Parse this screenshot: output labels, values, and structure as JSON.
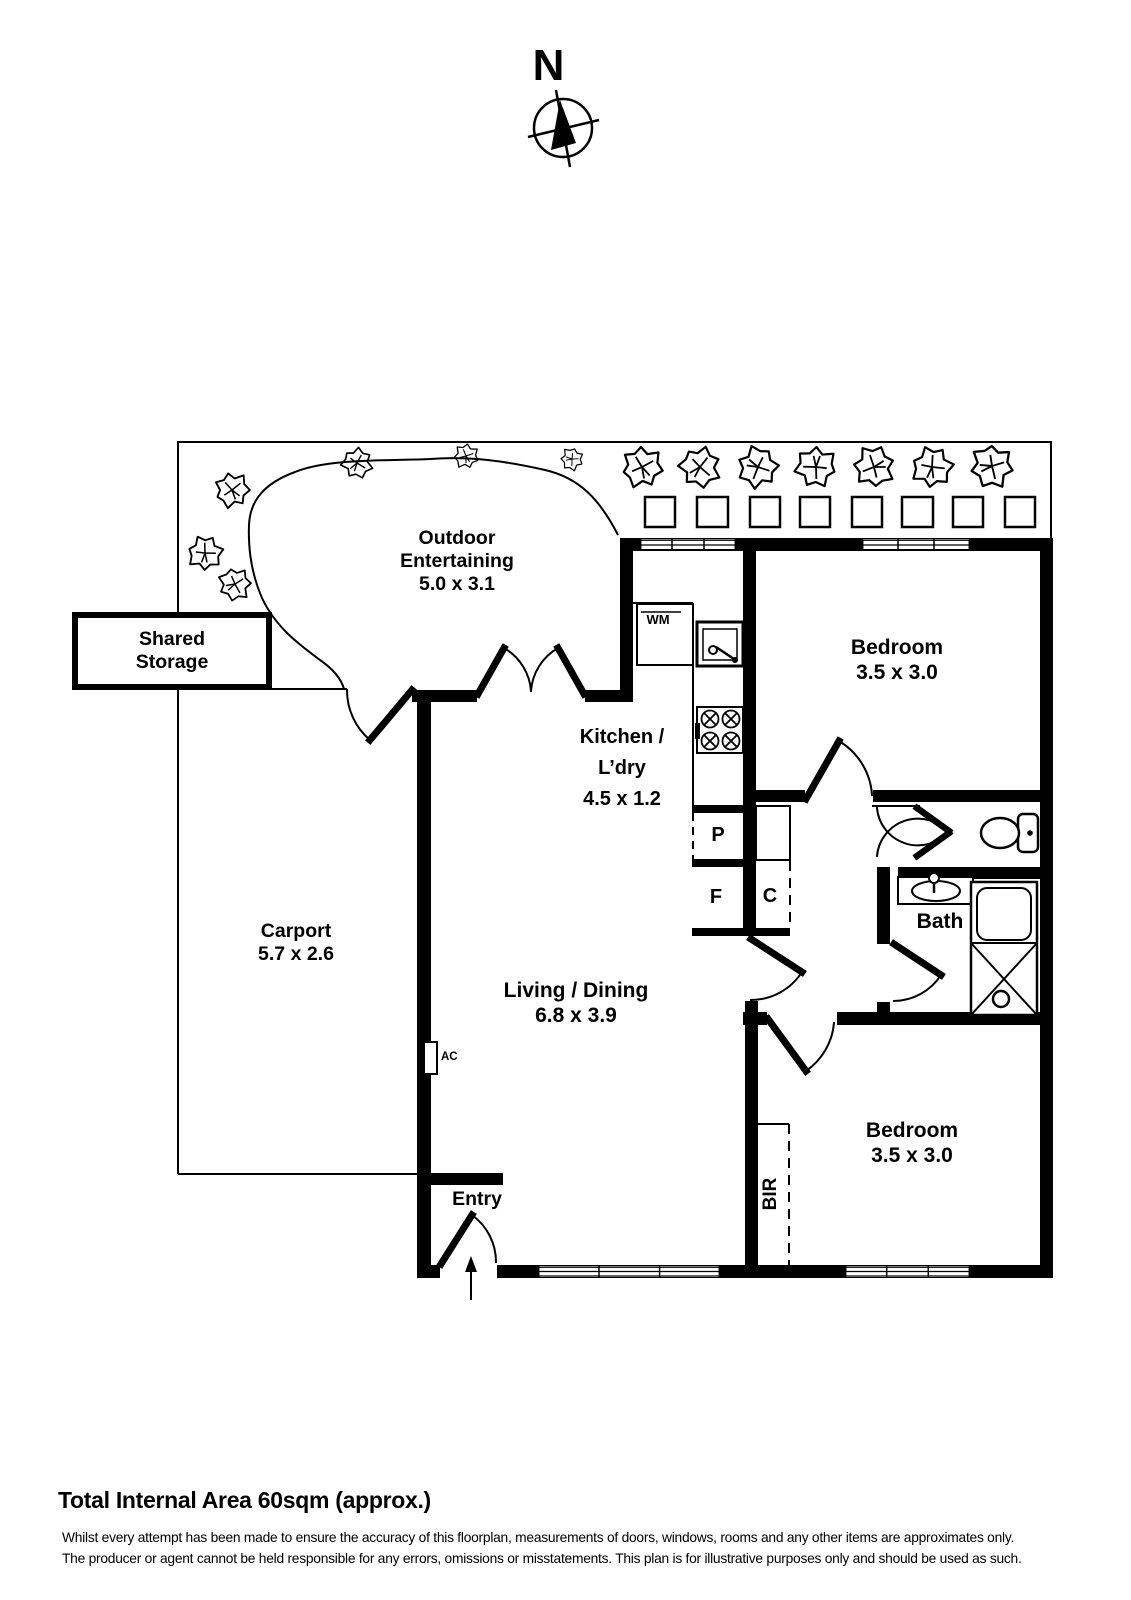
{
  "compass": {
    "north_label": "N"
  },
  "rooms": {
    "outdoor_entertaining": {
      "line1": "Outdoor",
      "line2": "Entertaining",
      "dims": "5.0 x 3.1"
    },
    "shared_storage": {
      "line1": "Shared",
      "line2": "Storage"
    },
    "carport": {
      "name": "Carport",
      "dims": "5.7 x 2.6"
    },
    "kitchen_laundry": {
      "line1": "Kitchen /",
      "line2": "L’dry",
      "dims": "4.5 x 1.2"
    },
    "bedroom_top": {
      "name": "Bedroom",
      "dims": "3.5 x 3.0"
    },
    "bathroom": {
      "name": "Bath"
    },
    "living_dining": {
      "name": "Living / Dining",
      "dims": "6.8 x 3.9"
    },
    "bedroom_bottom": {
      "name": "Bedroom",
      "dims": "3.5 x 3.0"
    },
    "entry": {
      "name": "Entry"
    }
  },
  "fixtures": {
    "washing_machine": "WM",
    "pantry": "P",
    "fridge": "F",
    "cupboard": "C",
    "air_conditioner": "AC",
    "built_in_robe": "BIR"
  },
  "footer": {
    "title": "Total Internal Area 60sqm (approx.)",
    "disclaimer_line1": "Whilst every attempt has been made to ensure the accuracy of this floorplan, measurements of doors, windows, rooms and any other items are approximates only.",
    "disclaimer_line2": "The producer or agent cannot be held responsible for any errors, omissions or misstatements. This plan is for illustrative purposes only and should be used as such."
  },
  "colors": {
    "ink": "#000000",
    "paper": "#ffffff"
  }
}
